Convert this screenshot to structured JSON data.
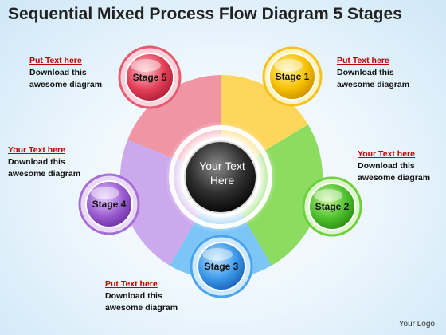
{
  "title": "Sequential Mixed Process Flow Diagram 5 Stages",
  "center": {
    "line1": "Your Text",
    "line2": "Here"
  },
  "stages": [
    {
      "label": "Stage 1",
      "color": "#f5b800"
    },
    {
      "label": "Stage 2",
      "color": "#4cbf2a"
    },
    {
      "label": "Stage 3",
      "color": "#2f8fe0"
    },
    {
      "label": "Stage 4",
      "color": "#9a5bd0"
    },
    {
      "label": "Stage 5",
      "color": "#e23e57"
    }
  ],
  "notes": [
    {
      "head": "Put Text here",
      "body": "Download  this\nawesome diagram"
    },
    {
      "head": "Your  Text here",
      "body": "Download  this\nawesome diagram"
    },
    {
      "head": "Put Text here",
      "body": "Download  this\nawesome diagram"
    },
    {
      "head": "Your Text here",
      "body": "Download  this\nawesome diagram"
    },
    {
      "head": "Put Text here",
      "body": "Download  this\nawesome diagram"
    }
  ],
  "logo": "Your Logo"
}
